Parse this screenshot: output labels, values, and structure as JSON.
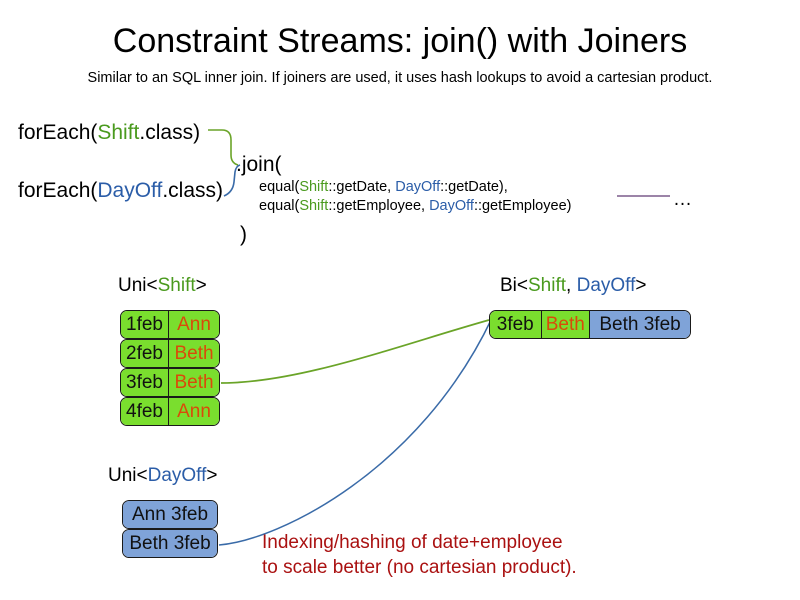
{
  "slide": {
    "title": "Constraint Streams: join() with Joiners",
    "subtitle": "Similar to an SQL inner join. If joiners are used, it uses hash lookups to avoid a cartesian product."
  },
  "colors": {
    "shift_green": "#4A9A1E",
    "dayoff_blue": "#2B5DA8",
    "box_green": "#7ADE2E",
    "box_blue": "#7FA3D8",
    "name_orange": "#D94B0A",
    "annotation_red": "#AA1111",
    "connector_green": "#6AA428",
    "connector_blue": "#3A6BA8",
    "ellipsis_line": "#7B5C8C"
  },
  "code": {
    "foreach_shift": {
      "prefix": "forEach(",
      "type": "Shift",
      "suffix": ".class)"
    },
    "foreach_dayoff": {
      "prefix": "forEach(",
      "type": "DayOff",
      "suffix": ".class)"
    },
    "join_open": ".join(",
    "join_close": ")",
    "joiner_lines": [
      {
        "prefix": "equal(",
        "left_type": "Shift",
        "left_method": "::getDate, ",
        "right_type": "DayOff",
        "right_method": "::getDate),"
      },
      {
        "prefix": "equal(",
        "left_type": "Shift",
        "left_method": "::getEmployee, ",
        "right_type": "DayOff",
        "right_method": "::getEmployee)"
      }
    ],
    "ellipsis": "…"
  },
  "streams": {
    "uni_shift": {
      "label_prefix": "Uni<",
      "label_type": "Shift",
      "label_suffix": ">",
      "rows": [
        {
          "date": "1feb",
          "employee": "Ann"
        },
        {
          "date": "2feb",
          "employee": "Beth"
        },
        {
          "date": "3feb",
          "employee": "Beth"
        },
        {
          "date": "4feb",
          "employee": "Ann"
        }
      ]
    },
    "uni_dayoff": {
      "label_prefix": "Uni<",
      "label_type": "DayOff",
      "label_suffix": ">",
      "rows": [
        {
          "pair": "Ann 3feb"
        },
        {
          "pair": "Beth 3feb"
        }
      ]
    },
    "bi": {
      "label_prefix": "Bi<",
      "label_type_left": "Shift",
      "label_separator": ", ",
      "label_type_right": "DayOff",
      "label_suffix": ">",
      "row": {
        "date": "3feb",
        "employee": "Beth",
        "pair": "Beth 3feb"
      }
    }
  },
  "annotation": {
    "line1": "Indexing/hashing of date+employee",
    "line2": "to scale better (no cartesian product)."
  }
}
